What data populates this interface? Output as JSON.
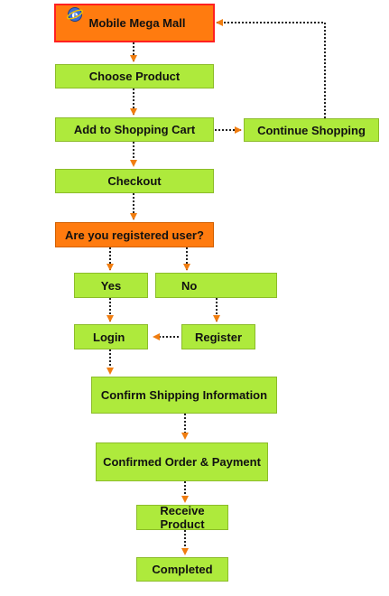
{
  "nodes": {
    "start": "Mobile Mega Mall",
    "choose": "Choose Product",
    "addcart": "Add to Shopping Cart",
    "continue": "Continue Shopping",
    "checkout": "Checkout",
    "registered": "Are you registered user?",
    "yes": "Yes",
    "no": "No",
    "login": "Login",
    "register": "Register",
    "confirm_ship": "Confirm Shipping Information",
    "confirm_order": "Confirmed Order & Payment",
    "receive": "Receive Product",
    "completed": "Completed"
  },
  "colors": {
    "node_fill": "#aeea3c",
    "decision_fill": "#ff7b0f",
    "start_border": "#ff2020",
    "arrow": "#f07d10",
    "connector": "#222222"
  },
  "icons": {
    "logo": "browser-logo-icon"
  }
}
